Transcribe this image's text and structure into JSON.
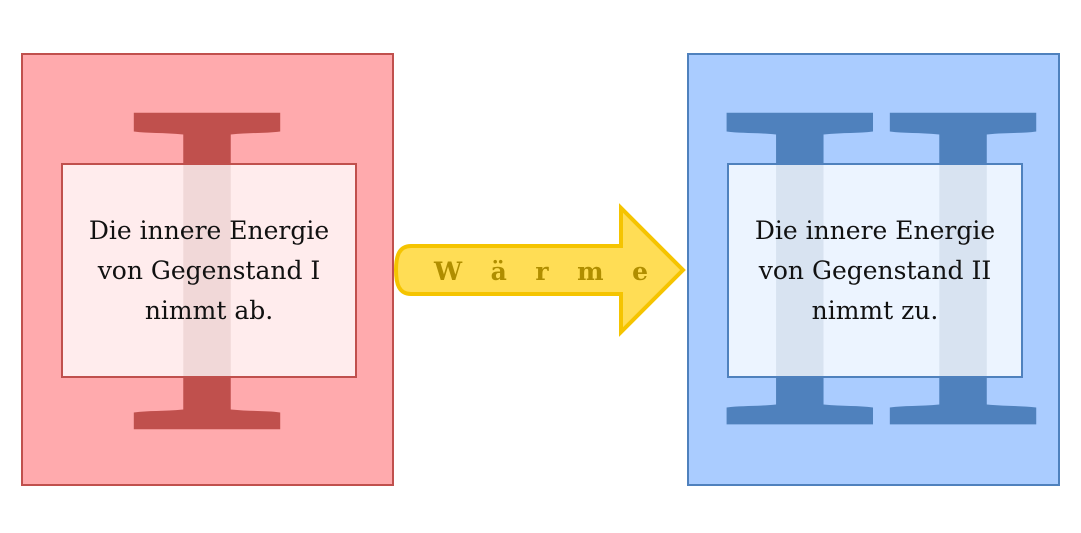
{
  "colors": {
    "left_fill": "#ffaaad",
    "left_border": "#c0504d",
    "left_numeral": "#c0504d",
    "left_card_fill": "rgba(255,255,255,0.78)",
    "right_fill": "#aaccff",
    "right_border": "#4f81bd",
    "right_numeral": "#4f81bd",
    "right_card_fill": "rgba(255,255,255,0.78)",
    "arrow_fill": "#ffdd55",
    "arrow_border": "#f5c400",
    "arrow_text": "#b08e00"
  },
  "left_box": {
    "numeral": "I",
    "lines": [
      "Die innere Energie",
      "von Gegenstand I",
      "nimmt ab."
    ]
  },
  "right_box": {
    "numeral": "II",
    "lines": [
      "Die innere Energie",
      "von Gegenstand II",
      "nimmt zu."
    ]
  },
  "arrow": {
    "label": "Wärme",
    "letters": [
      "W",
      "ä",
      "r",
      "m",
      "e"
    ]
  }
}
